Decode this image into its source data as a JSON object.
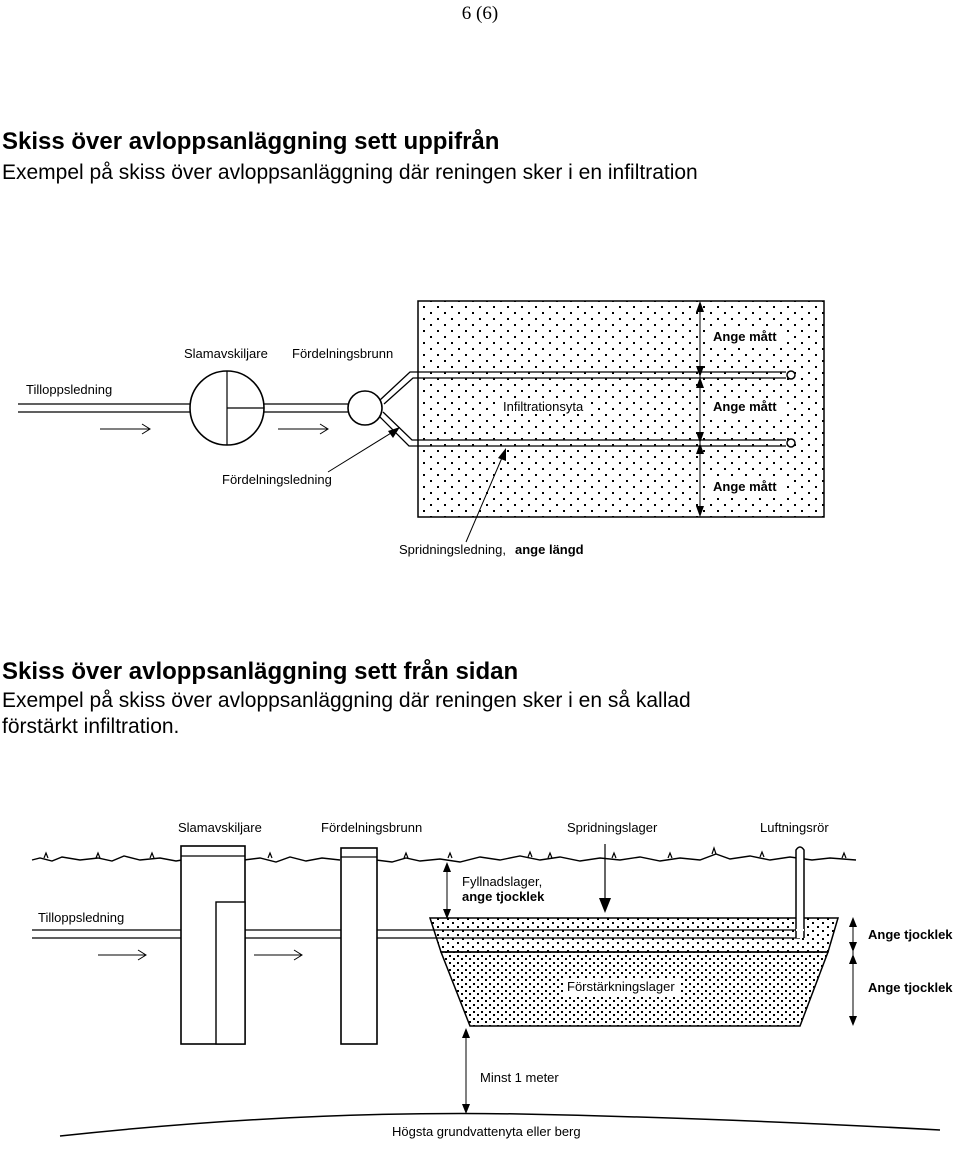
{
  "page_number": "6 (6)",
  "top_section": {
    "heading": "Skiss över avloppsanläggning sett uppifrån",
    "description": "Exempel på skiss över avloppsanläggning där reningen sker i en infiltration",
    "labels": {
      "slamavskiljare": "Slamavskiljare",
      "fordelningsbrunn": "Fördelningsbrunn",
      "tilloppsledning": "Tilloppsledning",
      "fordelningsledning": "Fördelningsledning",
      "infiltrationsyta": "Infiltrationsyta",
      "ange_matt": "Ange mått",
      "spridningsledning": "Spridningsledning,",
      "ange_langd": "ange längd"
    }
  },
  "bottom_section": {
    "heading": "Skiss över avloppsanläggning sett från sidan",
    "description_line1": "Exempel på skiss över avloppsanläggning där reningen sker i en så kallad",
    "description_line2": "förstärkt infiltration.",
    "labels": {
      "slamavskiljare": "Slamavskiljare",
      "fordelningsbrunn": "Fördelningsbrunn",
      "spridningslager": "Spridningslager",
      "luftningsror": "Luftningsrör",
      "tilloppsledning": "Tilloppsledning",
      "fyllnadslager": "Fyllnadslager,",
      "ange_tjocklek": "ange tjocklek",
      "ange_tjocklek_right": "Ange tjocklek",
      "forstarkningslager": "Förstärkningslager",
      "minst_1_meter": "Minst 1 meter",
      "grundvatten": "Högsta grundvattenyta eller berg"
    }
  }
}
